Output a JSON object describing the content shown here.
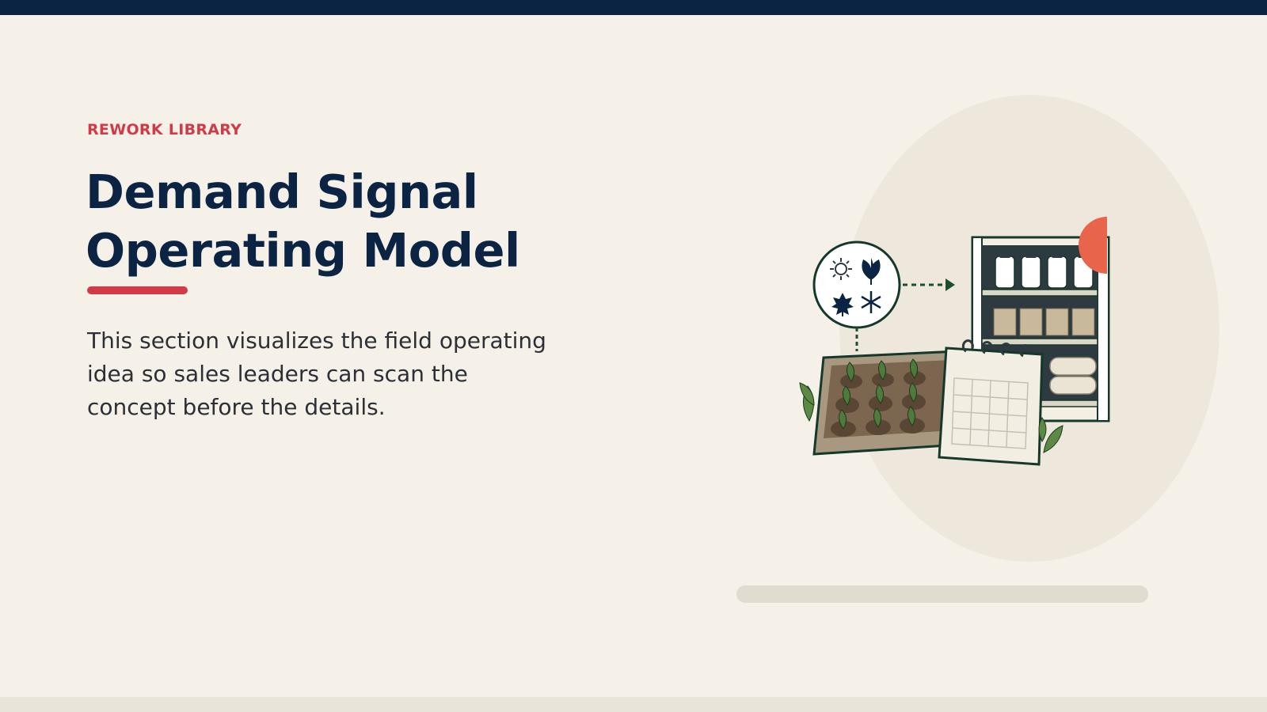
{
  "eyebrow": "REWORK LIBRARY",
  "title": {
    "line1": "Demand Signal",
    "line2": "Operating Model"
  },
  "body": "This section visualizes the field operating idea so sales leaders can scan the concept before the details.",
  "colors": {
    "navy": "#0c2444",
    "accent": "#d23a48",
    "background": "#f5f1e9",
    "illustration_circle": "#ede8db",
    "muted_bar": "#e0dccf"
  },
  "illustration": {
    "icons": [
      "sun-icon",
      "leaf-icon",
      "maple-leaf-icon",
      "snowflake-icon",
      "arrow-icon",
      "seedling-tray-icon",
      "calendar-icon",
      "shelf-icon"
    ]
  }
}
